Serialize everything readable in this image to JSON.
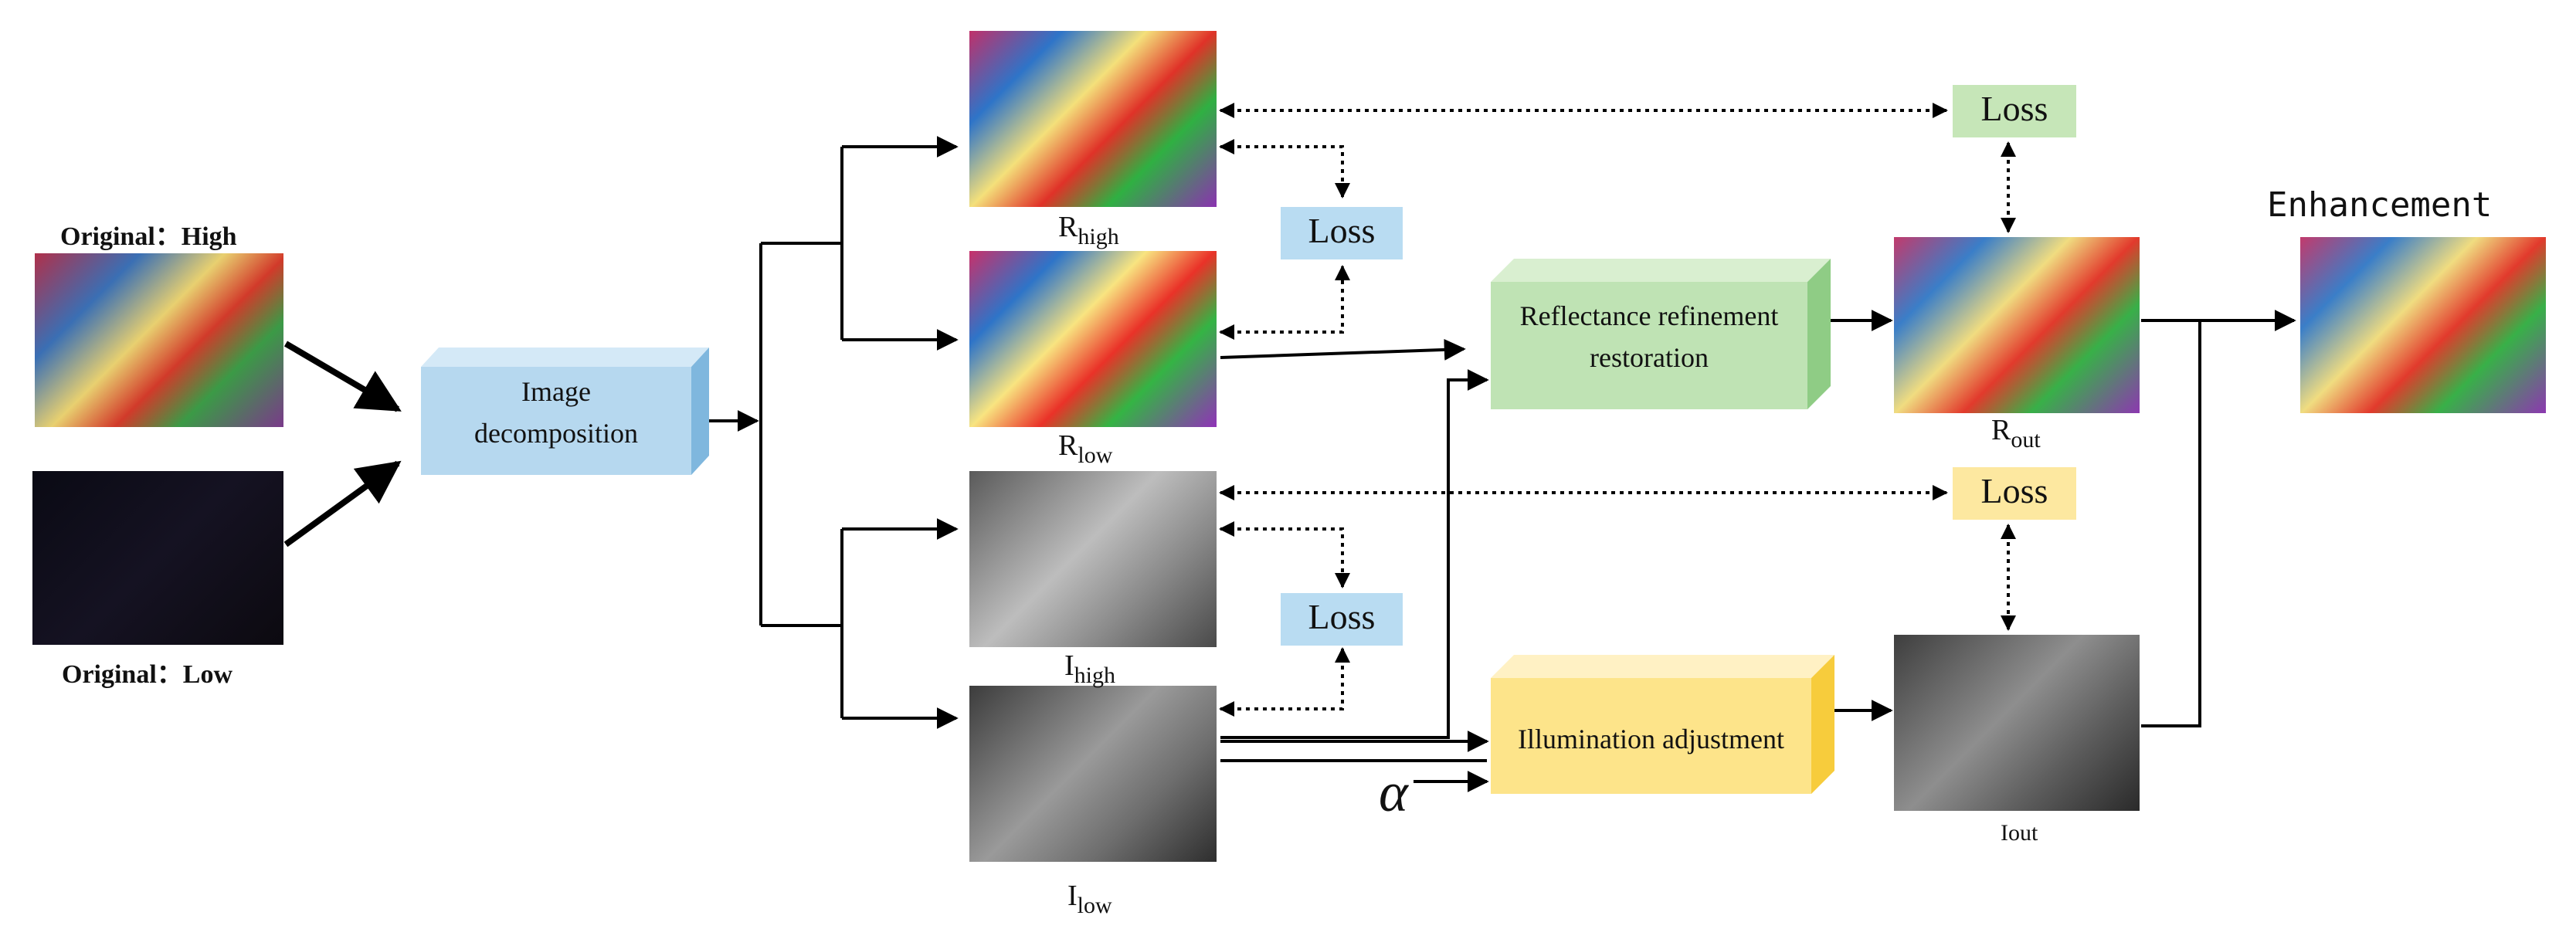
{
  "inputs": {
    "high_label": "Original：High",
    "low_label": "Original：Low"
  },
  "decomposition": {
    "label_line1": "Image",
    "label_line2": "decomposition"
  },
  "outputs": {
    "r_high": {
      "base": "R",
      "sub": "high"
    },
    "r_low": {
      "base": "R",
      "sub": "low"
    },
    "i_high": {
      "base": "I",
      "sub": "high"
    },
    "i_low": {
      "base": "I",
      "sub": "low"
    },
    "r_out": {
      "base": "R",
      "sub": "out"
    },
    "i_out": {
      "base": "I",
      "sub": "out"
    }
  },
  "losses": {
    "reflectance_pair": "Loss",
    "illumination_pair": "Loss",
    "reflectance_out": "Loss",
    "illumination_out": "Loss"
  },
  "refinement": {
    "label_line1": "Reflectance refinement",
    "label_line2": "restoration"
  },
  "adjustment": {
    "label": "Illumination adjustment"
  },
  "alpha": "α",
  "enhancement": "Enhancement",
  "colors": {
    "decomp_blue": "#b6d8ef",
    "loss_blue": "#b9dcf2",
    "refine_green": "#bfe3b4",
    "loss_green": "#c6e6b8",
    "adjust_yellow": "#fde48a",
    "loss_yellow": "#fde8a0"
  }
}
